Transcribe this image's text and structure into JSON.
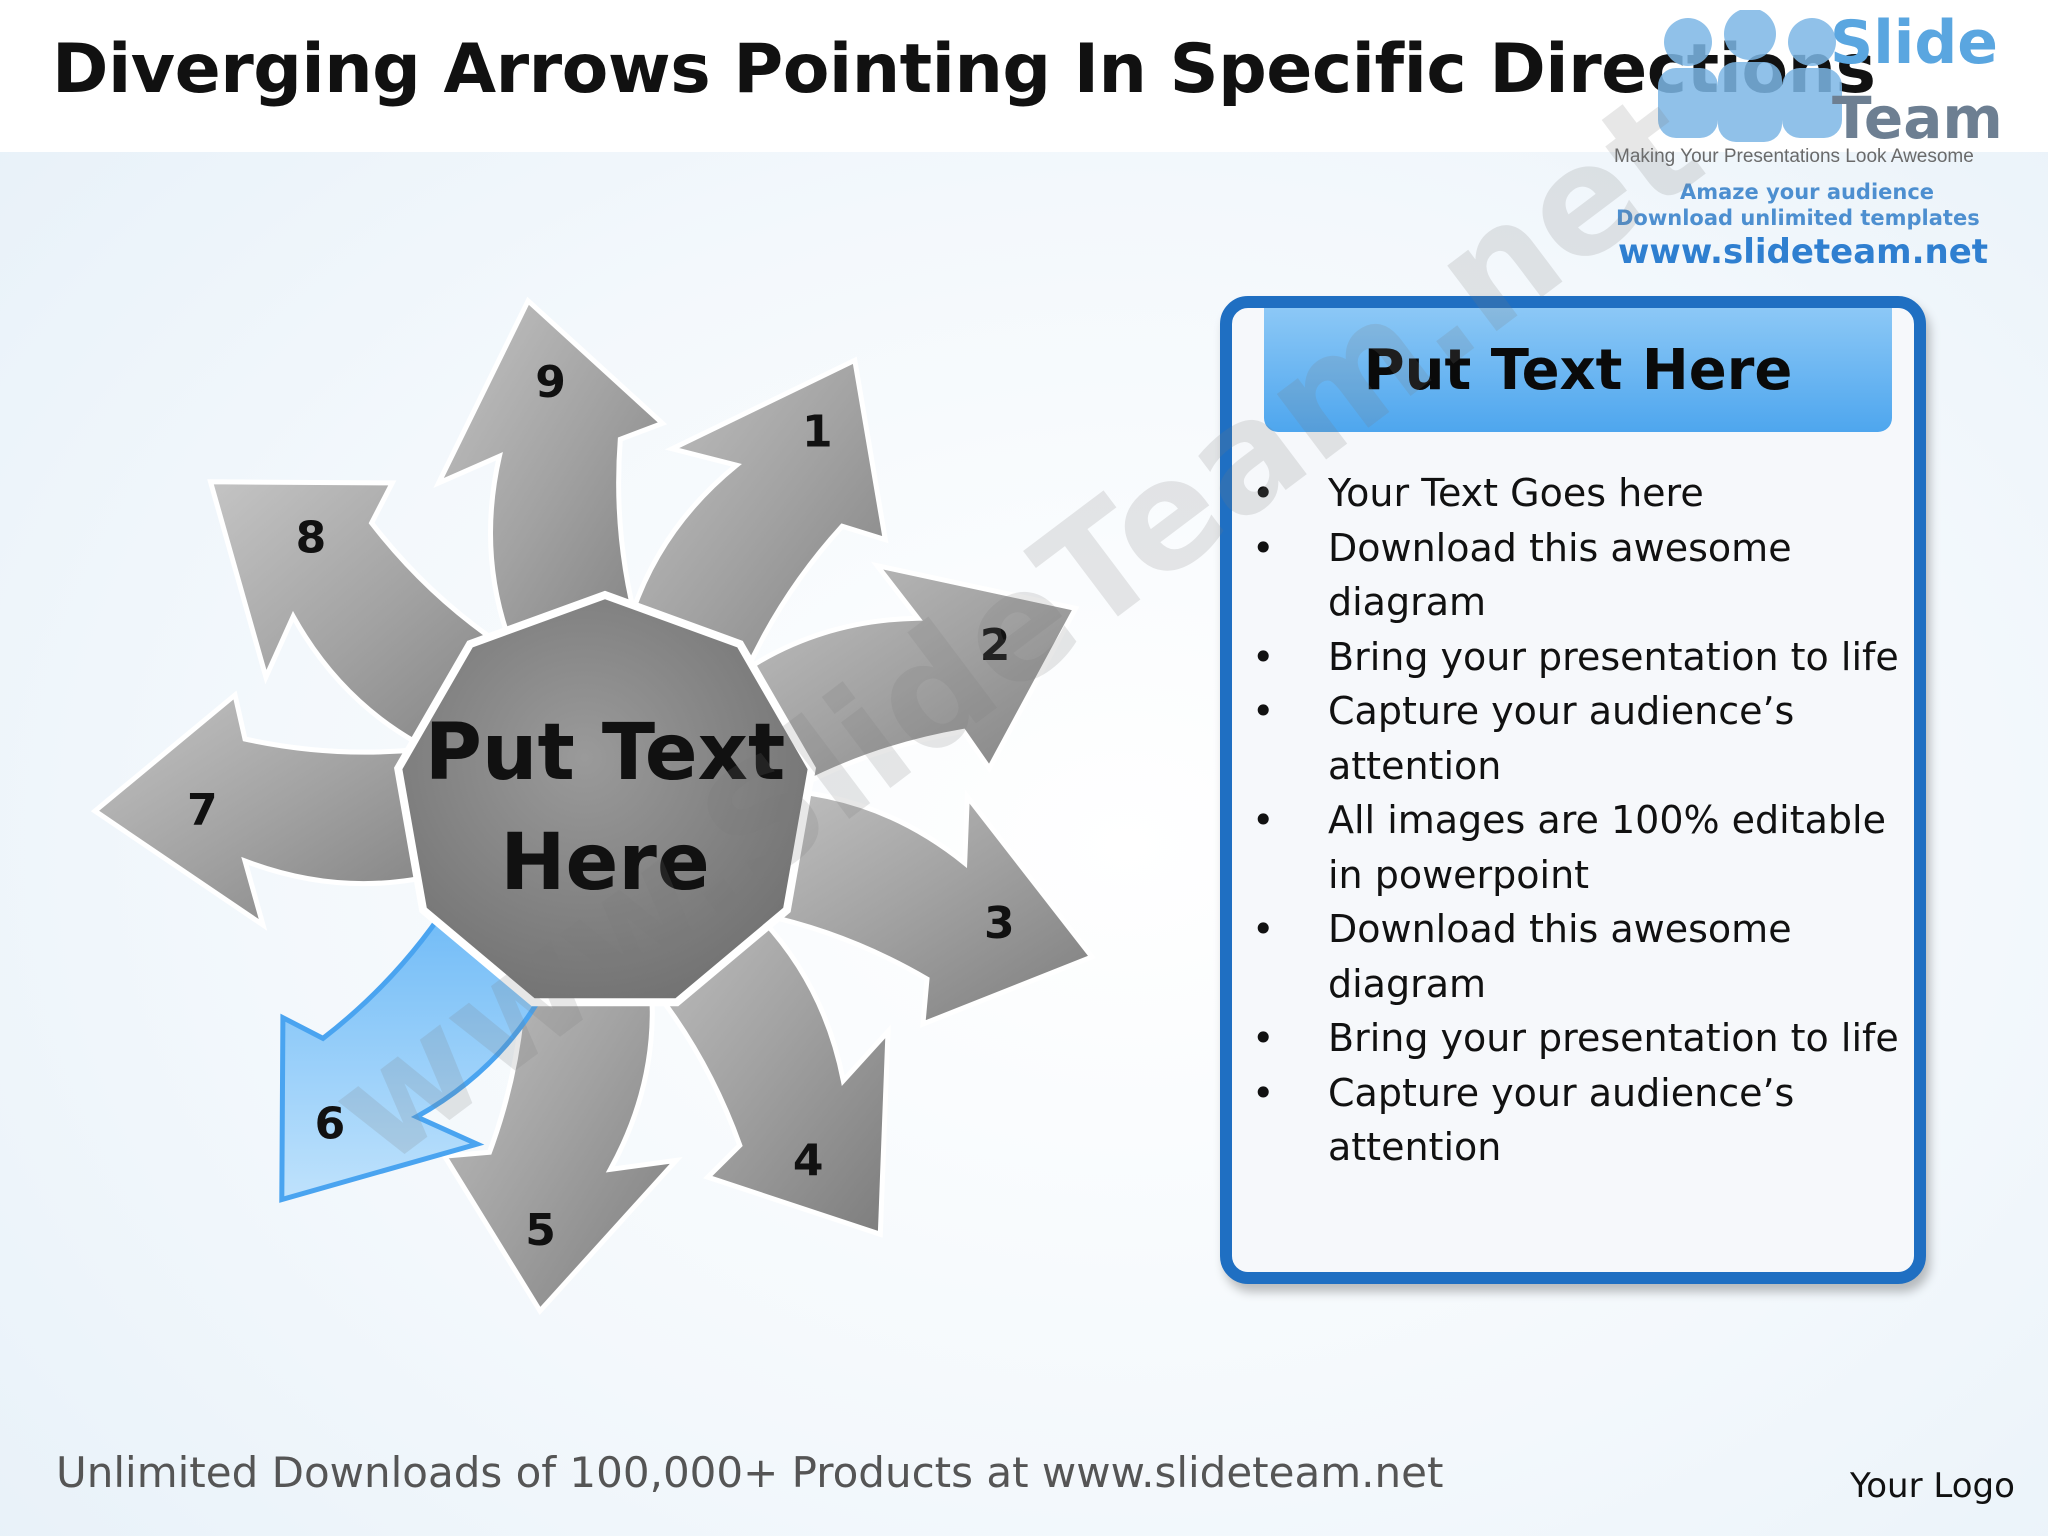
{
  "slide": {
    "title": "Diverging Arrows Pointing In Specific Directions"
  },
  "brand": {
    "name_part1": "Slide",
    "name_part2": "Team",
    "tagline": "Making Your Presentations Look Awesome",
    "line1": "Amaze your audience",
    "line2": "Download unlimited templates",
    "url": "www.slideteam.net"
  },
  "diagram": {
    "center_line1": "Put Text",
    "center_line2": "Here",
    "arrow_labels": [
      "1",
      "2",
      "3",
      "4",
      "5",
      "6",
      "7",
      "8",
      "9"
    ],
    "highlighted_arrow": "6",
    "colors": {
      "arrow_gray": "#9a9a9a",
      "arrow_highlight": "#5ab0f5",
      "center_fill": "#7d7d7d"
    }
  },
  "text_box": {
    "header": "Put Text Here",
    "bullets": [
      "Your Text Goes here",
      "Download this awesome diagram",
      "Bring your presentation to life",
      "Capture your audience’s attention",
      "All images are 100% editable in powerpoint",
      "Download this awesome diagram",
      "Bring your presentation to life",
      "Capture your audience’s attention"
    ],
    "colors": {
      "border": "#1f6fc2",
      "header": "#5aa9ef"
    }
  },
  "watermark": "www.SlideTeam.net",
  "footer": {
    "text": "Unlimited Downloads of 100,000+ Products at www.slideteam.net",
    "logo_placeholder": "Your Logo"
  }
}
